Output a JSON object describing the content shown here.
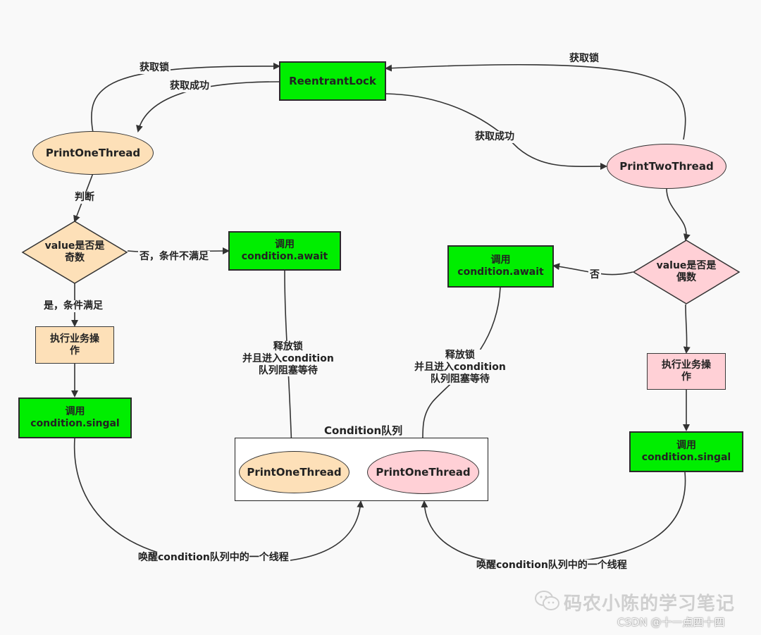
{
  "nodes": {
    "reentrant_lock": "ReentrantLock",
    "print_one_thread": "PrintOneThread",
    "print_two_thread": "PrintTwoThread",
    "decision_odd": "value是否是\n奇数",
    "decision_even": "value是否是\n偶数",
    "await_left": "调用\ncondition.await",
    "await_right": "调用\ncondition.await",
    "business_left": "执行业务操\n作",
    "business_right": "执行业务操\n作",
    "signal_left": "调用\ncondition.singal",
    "signal_right": "调用\ncondition.singal",
    "queue_title": "Condition队列",
    "queue_item_one": "PrintOneThread",
    "queue_item_two": "PrintOneThread"
  },
  "edges": {
    "acquire_lock_left": "获取锁",
    "acquire_success_left": "获取成功",
    "acquire_lock_right": "获取锁",
    "acquire_success_right": "获取成功",
    "judge": "判断",
    "not_satisfied": "否，条件不满足",
    "satisfied": "是，条件满足",
    "no_right": "否",
    "release_left": "释放锁\n并且进入condition\n队列阻塞等待",
    "release_right": "释放锁\n并且进入condition\n队列阻塞等待",
    "wake_left": "唤醒condition队列中的一个线程",
    "wake_right": "唤醒condition队列中的一个线程"
  },
  "watermark": "码农小陈的学习笔记",
  "footer": "CSDN @十一点四十四",
  "colors": {
    "green": "#00ee00",
    "orange": "#fde0b8",
    "pink": "#ffd0d6",
    "line": "#333333"
  }
}
